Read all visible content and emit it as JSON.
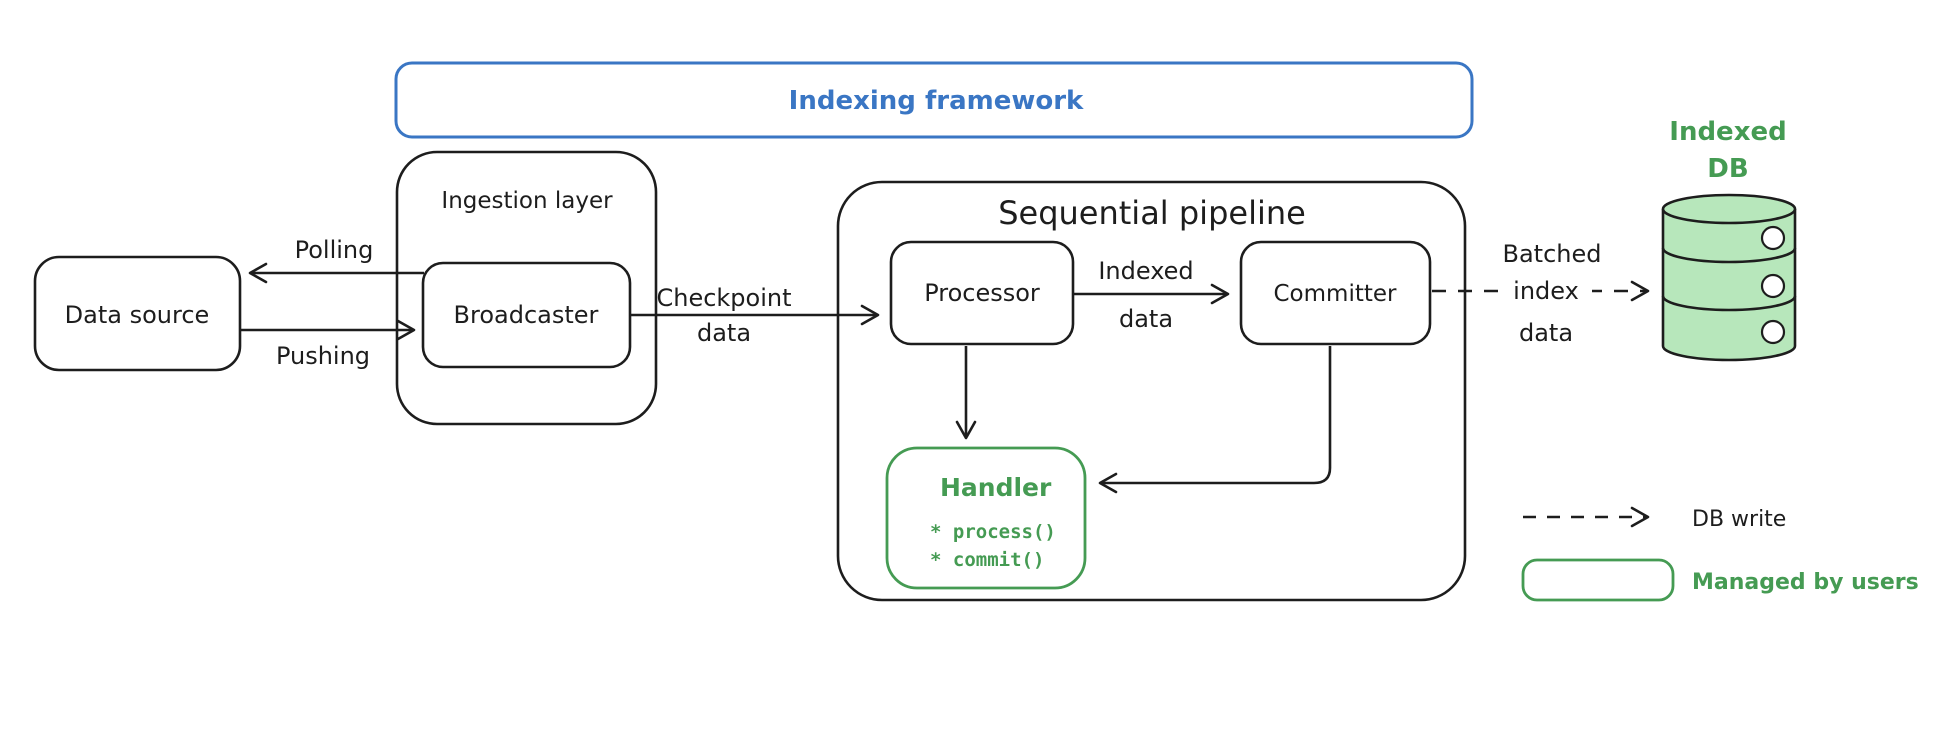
{
  "diagram": {
    "frame": {
      "label": "Indexing framework"
    },
    "nodes": {
      "data_source": "Data source",
      "ingestion_layer": "Ingestion layer",
      "broadcaster": "Broadcaster",
      "pipeline": "Sequential pipeline",
      "processor": "Processor",
      "committer": "Committer",
      "handler": {
        "title": "Handler",
        "methods": [
          "* process()",
          "* commit()"
        ]
      },
      "indexed_db": {
        "line1": "Indexed",
        "line2": "DB"
      }
    },
    "edges": {
      "polling": "Polling",
      "pushing": "Pushing",
      "checkpoint": {
        "line1": "Checkpoint",
        "line2": "data"
      },
      "indexed": {
        "line1": "Indexed",
        "line2": "data"
      },
      "batched": {
        "line1": "Batched",
        "line2": "index",
        "line3": "data"
      }
    },
    "legend": {
      "db_write": "DB write",
      "managed_by_users": "Managed by users"
    },
    "colors": {
      "ink": "#1d1d1d",
      "blue": "#3a76c4",
      "green": "#459b53",
      "db_fill": "#b7e7bb"
    }
  }
}
